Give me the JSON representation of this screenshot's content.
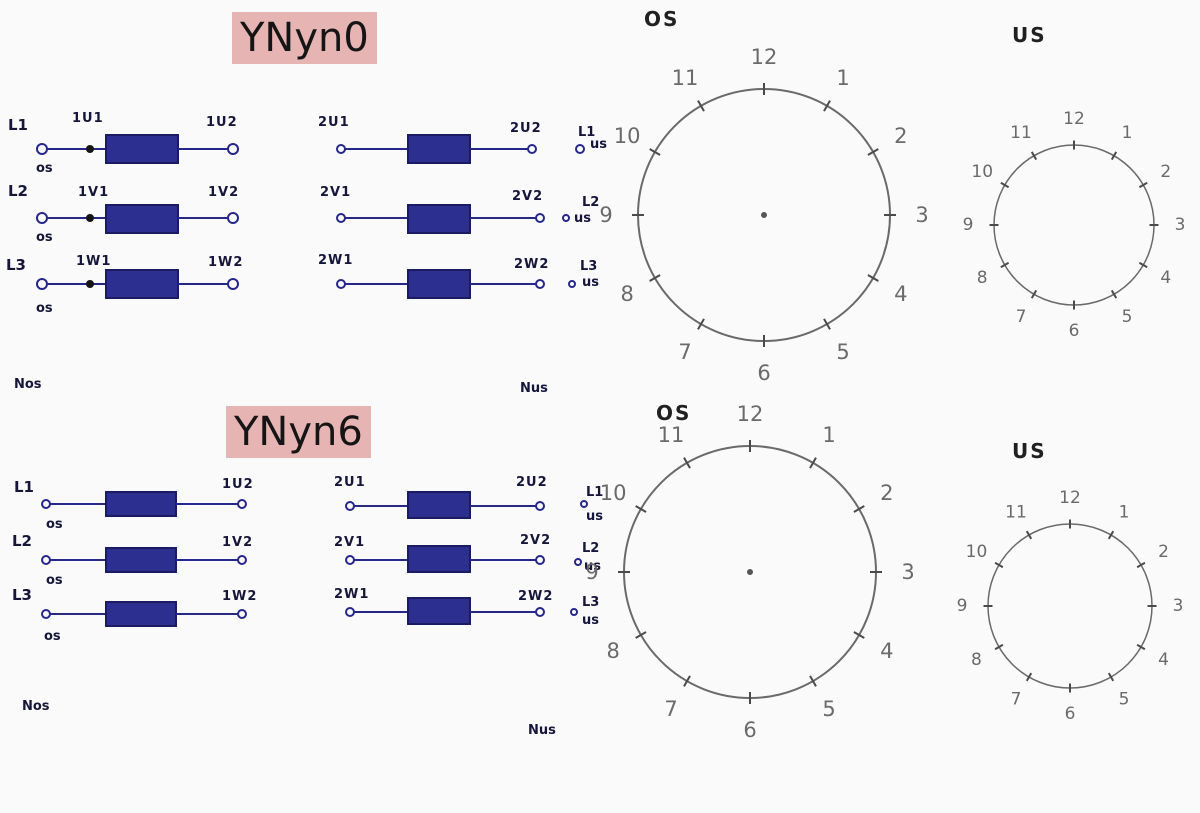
{
  "sections": [
    {
      "title": "YNyn0",
      "primary": {
        "phases": [
          {
            "line": "L1",
            "start": "1U1",
            "end": "1U2",
            "side": "os"
          },
          {
            "line": "L2",
            "start": "1V1",
            "end": "1V2",
            "side": "os"
          },
          {
            "line": "L3",
            "start": "1W1",
            "end": "1W2",
            "side": "os"
          }
        ],
        "neutral": "Nos"
      },
      "secondary": {
        "phases": [
          {
            "line": "L1",
            "start": "2U1",
            "end": "2U2",
            "side": "us"
          },
          {
            "line": "L2",
            "start": "2V1",
            "end": "2V2",
            "side": "us"
          },
          {
            "line": "L3",
            "start": "2W1",
            "end": "2W2",
            "side": "us"
          }
        ],
        "neutral": "Nus"
      },
      "dial_primary_label": "OS",
      "dial_secondary_label": "US"
    },
    {
      "title": "YNyn6",
      "primary": {
        "phases": [
          {
            "line": "L1",
            "start": "",
            "end": "1U2",
            "side": "os"
          },
          {
            "line": "L2",
            "start": "",
            "end": "1V2",
            "side": "os"
          },
          {
            "line": "L3",
            "start": "",
            "end": "1W2",
            "side": "os"
          }
        ],
        "neutral": "Nos"
      },
      "secondary": {
        "phases": [
          {
            "line": "L1",
            "start": "2U1",
            "end": "2U2",
            "side": "us"
          },
          {
            "line": "L2",
            "start": "2V1",
            "end": "2V2",
            "side": "us"
          },
          {
            "line": "L3",
            "start": "2W1",
            "end": "2W2",
            "side": "us"
          }
        ],
        "neutral": "Nus"
      },
      "dial_primary_label": "OS",
      "dial_secondary_label": "US"
    }
  ],
  "clock_numbers": [
    "12",
    "1",
    "2",
    "3",
    "4",
    "5",
    "6",
    "7",
    "8",
    "9",
    "10",
    "11"
  ],
  "colors": {
    "ink_blue": "#25278a",
    "coil_fill": "#2c2f8f",
    "pencil": "#6a6a6a",
    "highlight": "#e7b4b4"
  }
}
